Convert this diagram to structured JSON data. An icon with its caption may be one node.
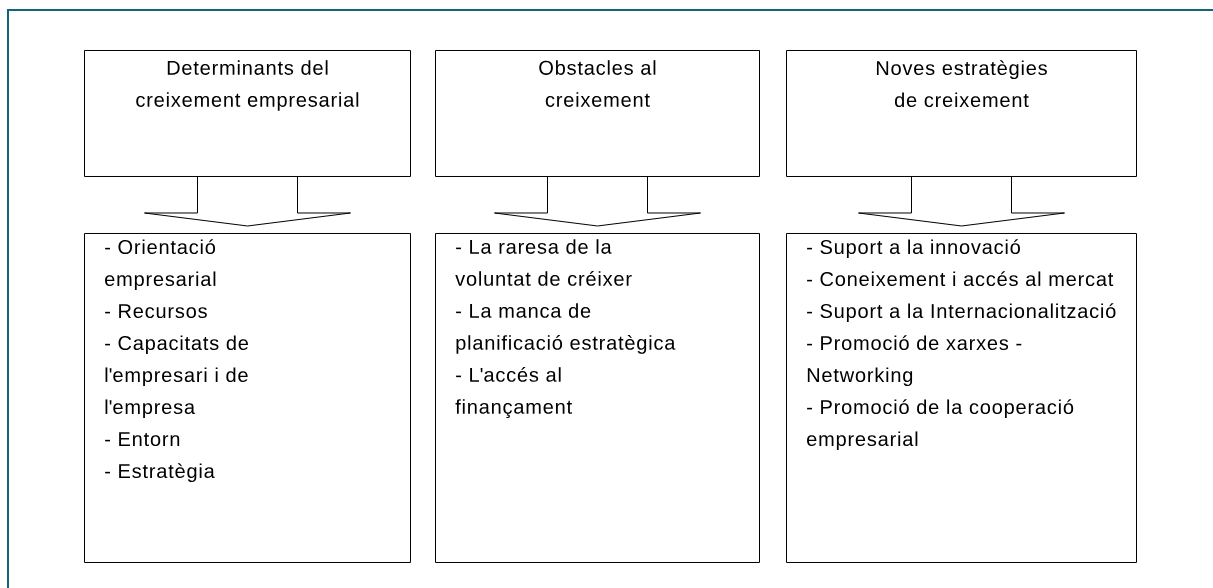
{
  "diagram": {
    "nodes": [
      {
        "text": [
          "Determinants del creixement empresarial"
        ]
      },
      {
        "text": [
          "Obstacles al creixement"
        ]
      },
      {
        "text": [
          "Noves estratègies de creixement"
        ]
      },
      {
        "text": [
          "- Orientació empresarial",
          "- Recursos",
          "- Capacitats de l'empresari i de l'empresa",
          "- Entorn",
          "- Estratègia"
        ]
      },
      {
        "text": [
          "- La raresa de la voluntat de créixer",
          "- La manca de planificació estratègica",
          "- L'accés al finançament"
        ]
      },
      {
        "text": [
          "- Suport a la innovació",
          "- Coneixement i accés al mercat",
          "- Suport a la Internacionalització",
          "- Promoció de xarxes - Networking",
          "- Promoció de la cooperació empresarial"
        ]
      }
    ],
    "edges": [
      {
        "from": 0,
        "to": 3,
        "arrow": "to"
      },
      {
        "from": 1,
        "to": 4,
        "arrow": "to"
      },
      {
        "from": 2,
        "to": 5,
        "arrow": "to"
      }
    ]
  }
}
